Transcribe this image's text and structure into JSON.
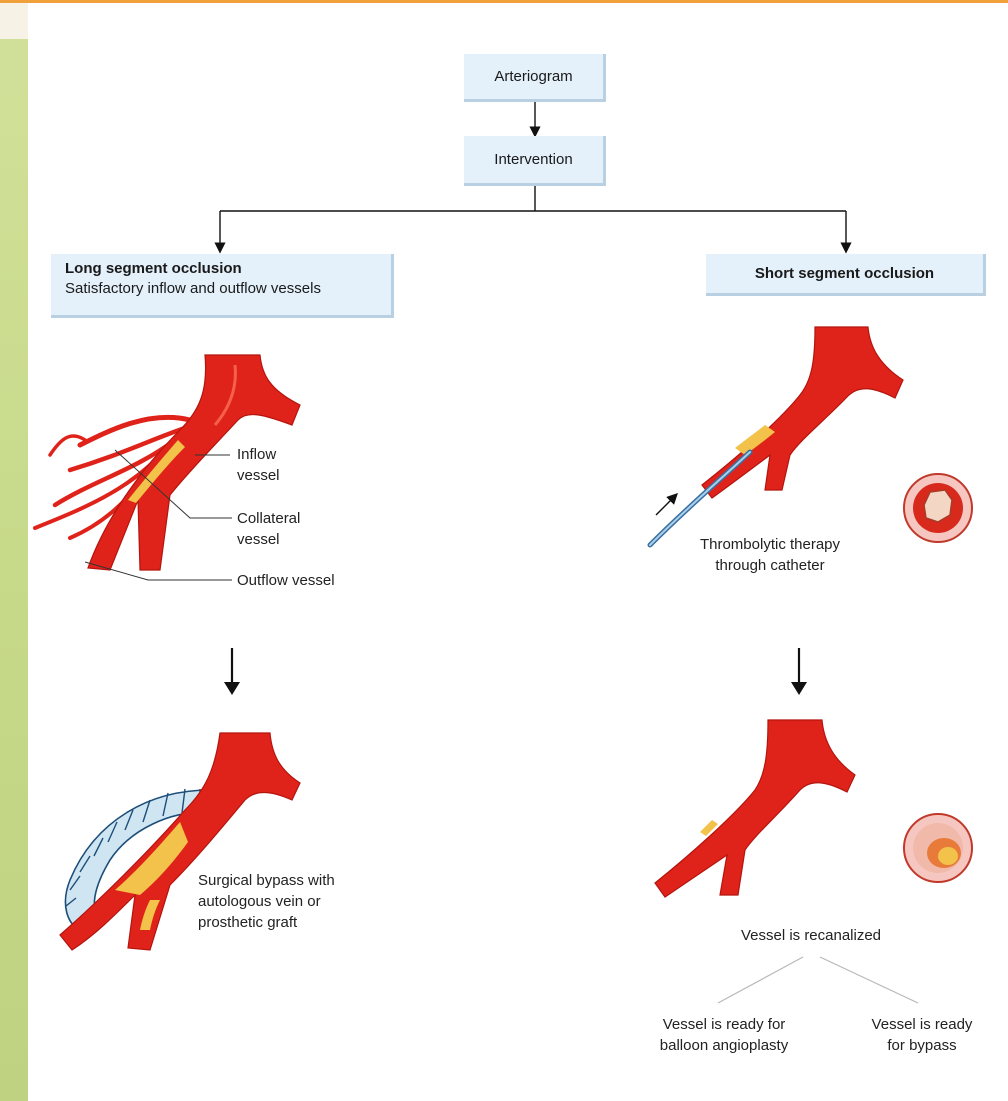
{
  "flow": {
    "arteriogram": "Arteriogram",
    "intervention": "Intervention"
  },
  "left_branch": {
    "title": "Long segment occlusion",
    "subtitle": "Satisfactory inflow and outflow vessels",
    "labels": {
      "inflow_line1": "Inflow",
      "inflow_line2": "vessel",
      "collateral_line1": "Collateral",
      "collateral_line2": "vessel",
      "outflow": "Outflow vessel"
    },
    "result_line1": "Surgical bypass with",
    "result_line2": "autologous vein or",
    "result_line3": "prosthetic graft"
  },
  "right_branch": {
    "title": "Short segment occlusion",
    "therapy_line1": "Thrombolytic therapy",
    "therapy_line2": "through catheter",
    "recanalized": "Vessel is recanalized",
    "outcome_a_line1": "Vessel is ready for",
    "outcome_a_line2": "balloon angioplasty",
    "outcome_b_line1": "Vessel is ready",
    "outcome_b_line2": "for bypass"
  },
  "colors": {
    "artery": "#e0231a",
    "artery_dark": "#b3140e",
    "plaque": "#f2c24a",
    "graft": "#cfe6f2",
    "box_fill": "#e4f0fa",
    "accent_bar": "#f0a13a",
    "side_strip": "#c8da8c"
  }
}
